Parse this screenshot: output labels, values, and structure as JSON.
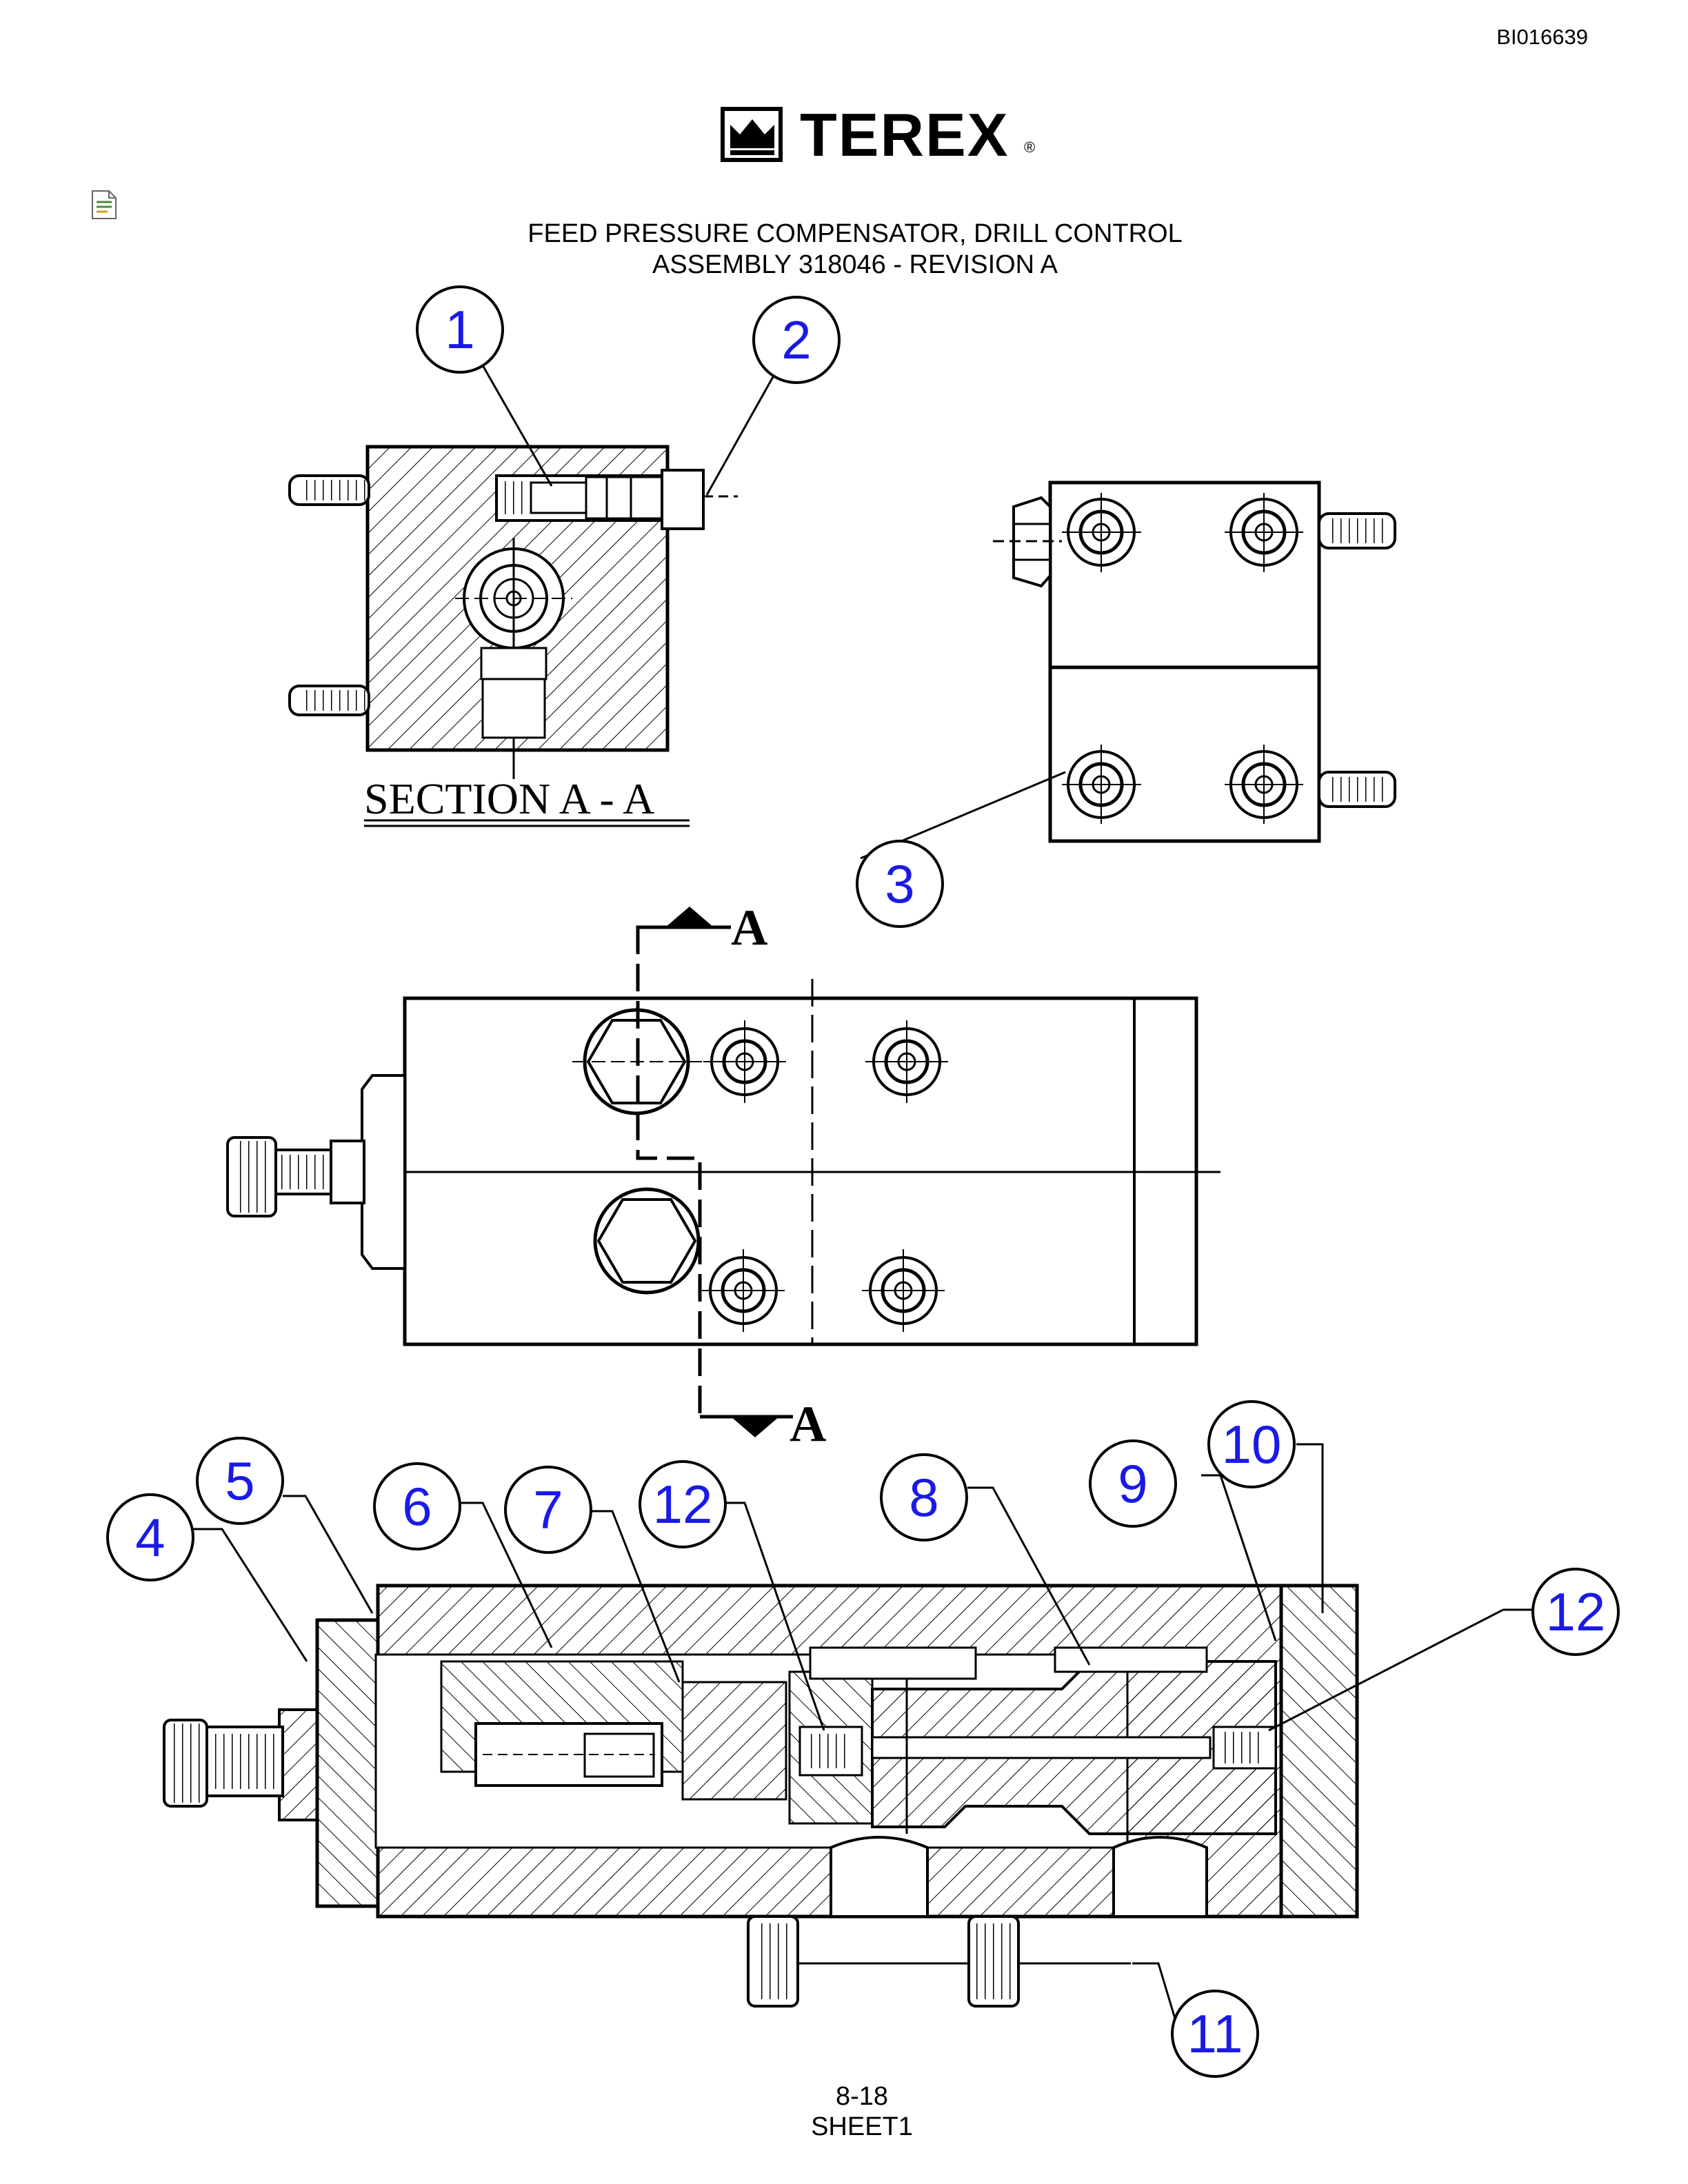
{
  "document_id": "BI016639",
  "logo": {
    "brand": "TEREX",
    "mark": "®"
  },
  "doc_icon": "document-icon",
  "title": {
    "line1": "FEED PRESSURE COMPENSATOR, DRILL CONTROL",
    "line2": "ASSEMBLY 318046 - REVISION A"
  },
  "section_label": "SECTION A - A",
  "cut_line_label": "A",
  "callouts": [
    "1",
    "2",
    "3",
    "4",
    "5",
    "6",
    "7",
    "12",
    "8",
    "9",
    "10",
    "12",
    "11"
  ],
  "footer": {
    "page": "8-18",
    "sheet": "SHEET1"
  },
  "colors": {
    "callout_text": "#1a1ae6",
    "line": "#000000",
    "background": "#ffffff"
  }
}
